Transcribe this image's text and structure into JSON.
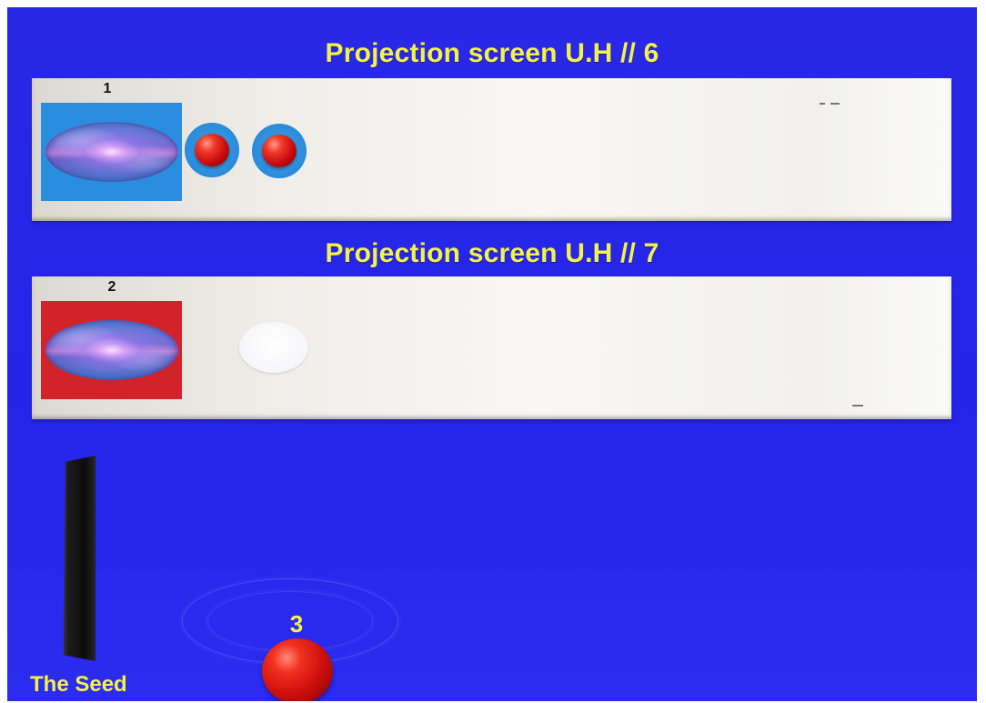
{
  "screens": [
    {
      "title": "Projection screen U.H // 6",
      "slot_number": "1",
      "card_color": "#2b8de0",
      "marbles": 2,
      "empty_slots": 0
    },
    {
      "title": "Projection screen U.H // 7",
      "slot_number": "2",
      "card_color": "#d2232a",
      "marbles": 0,
      "empty_slots": 1
    }
  ],
  "seed": {
    "label": "The Seed",
    "icon": "black-monolith"
  },
  "player": {
    "number": "3",
    "color": "#d60f0f"
  },
  "colors": {
    "background": "#2828e8",
    "title_text": "#f3f24a",
    "panel": "#f2f1ed"
  }
}
